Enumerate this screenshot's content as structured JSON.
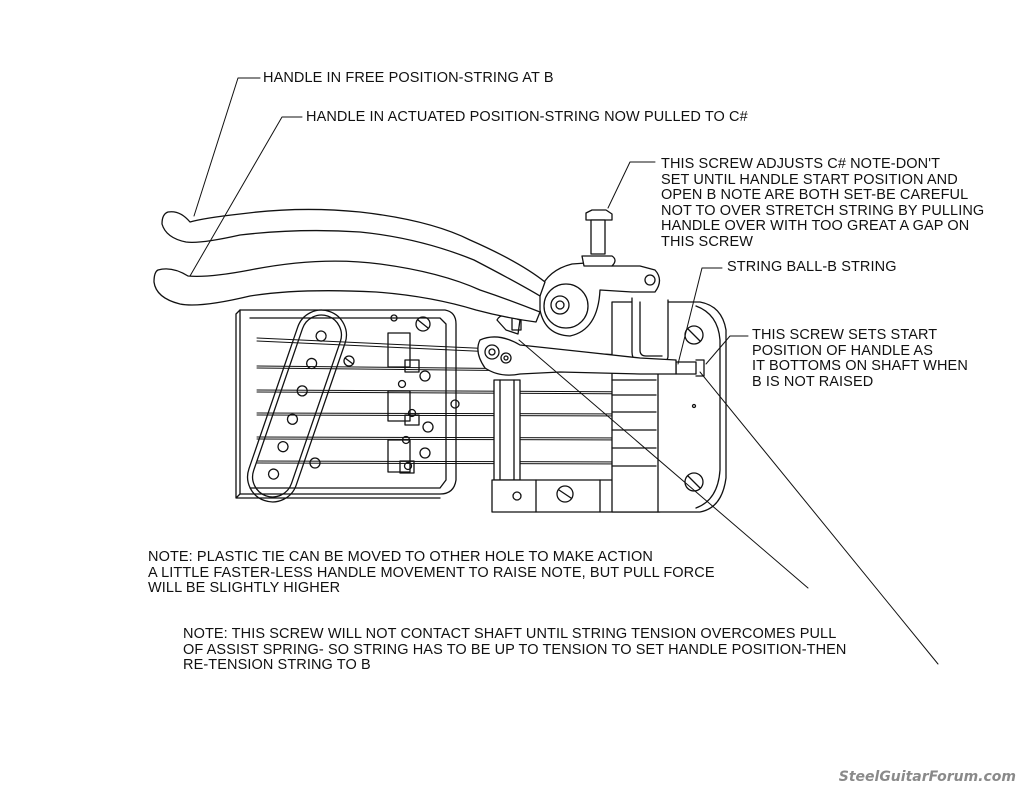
{
  "labels": {
    "free_position": "HANDLE IN FREE POSITION-STRING AT B",
    "actuated_position": "HANDLE IN ACTUATED POSITION-STRING NOW PULLED TO C#",
    "csharp_screw": [
      "THIS SCREW ADJUSTS C# NOTE-DON'T",
      "SET UNTIL HANDLE START POSITION AND",
      "OPEN B NOTE ARE BOTH SET-BE CAREFUL",
      "NOT TO OVER STRETCH STRING BY PULLING",
      "HANDLE OVER WITH TOO GREAT A GAP ON",
      "THIS SCREW"
    ],
    "string_ball": "STRING BALL-B STRING",
    "start_screw": [
      "THIS SCREW SETS START",
      "POSITION OF HANDLE AS",
      "IT BOTTOMS ON SHAFT WHEN",
      "B IS NOT RAISED"
    ],
    "note_tie": [
      "NOTE: PLASTIC TIE CAN BE MOVED TO OTHER HOLE TO MAKE ACTION",
      "A LITTLE FASTER-LESS HANDLE MOVEMENT TO RAISE NOTE, BUT PULL FORCE",
      "WILL BE SLIGHTLY HIGHER"
    ],
    "note_screw": [
      "NOTE: THIS SCREW WILL NOT CONTACT SHAFT UNTIL STRING TENSION OVERCOMES PULL",
      "OF ASSIST SPRING- SO STRING HAS TO BE UP TO TENSION TO SET HANDLE POSITION-THEN",
      "RE-TENSION STRING TO B"
    ]
  },
  "watermark": "SteelGuitarForum.com",
  "colors": {
    "line": "#111111",
    "watermark": "#8a8a8a"
  }
}
